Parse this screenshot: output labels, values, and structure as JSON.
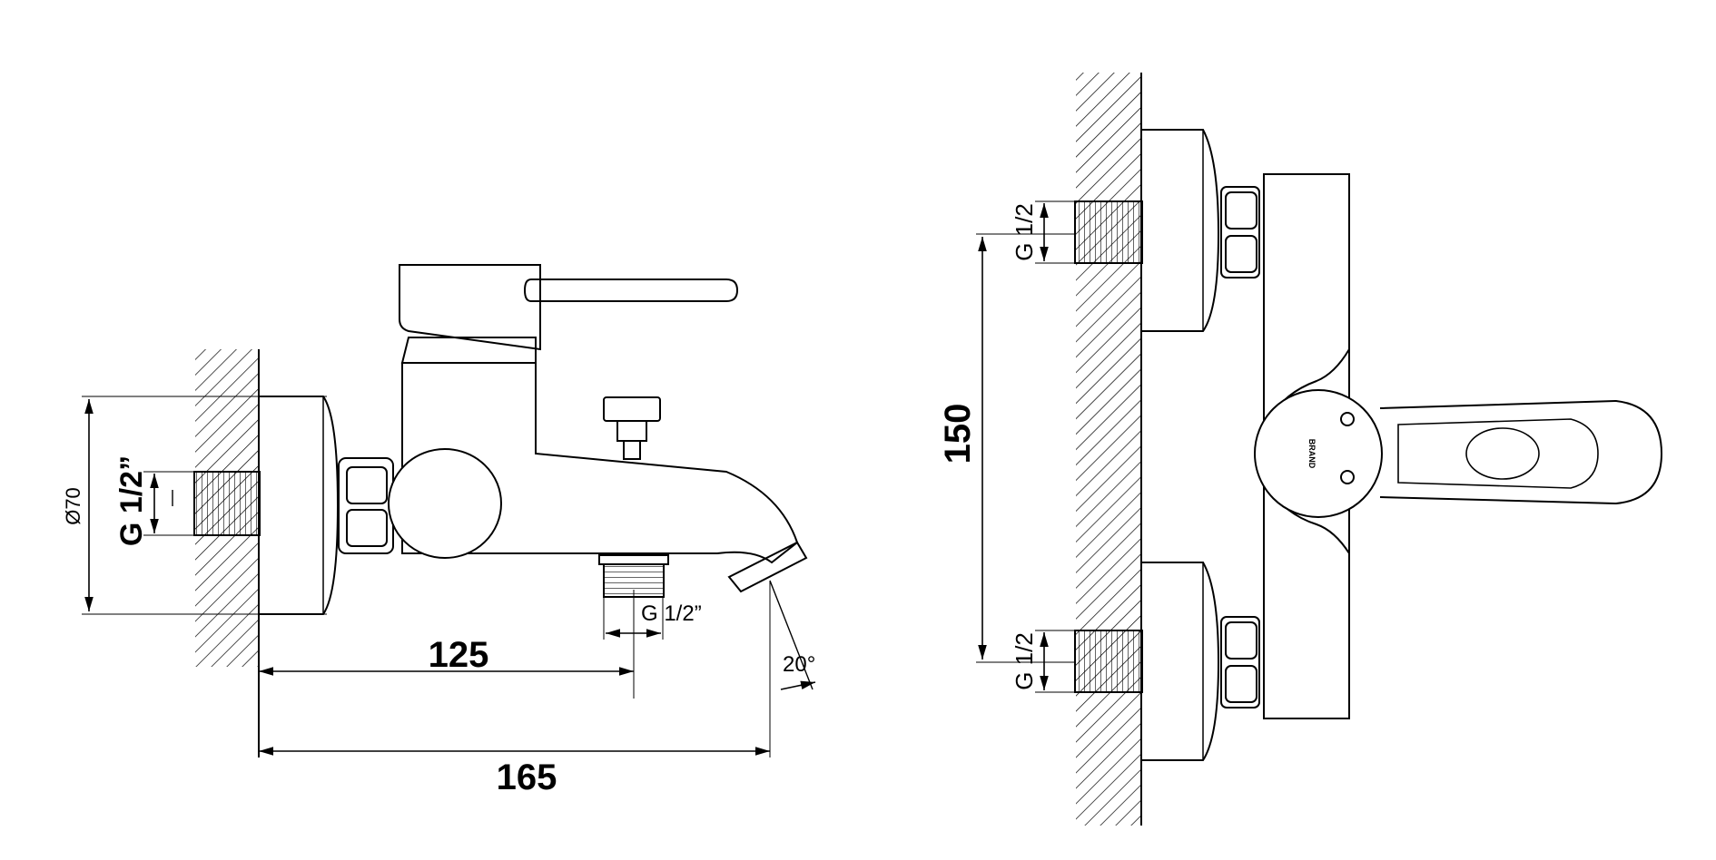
{
  "side_view": {
    "dim_length_short": "125",
    "dim_length_total": "165",
    "dim_diameter": "Ø70",
    "thread_inlet": "G 1/2”",
    "thread_outlet": "G 1/2”",
    "spout_angle": "20°"
  },
  "front_view": {
    "dim_inlet_spacing": "150",
    "thread_top": "G 1/2",
    "thread_bottom": "G 1/2",
    "brand_mark": "BRAND"
  },
  "colors": {
    "line": "#000000",
    "background": "#ffffff"
  }
}
